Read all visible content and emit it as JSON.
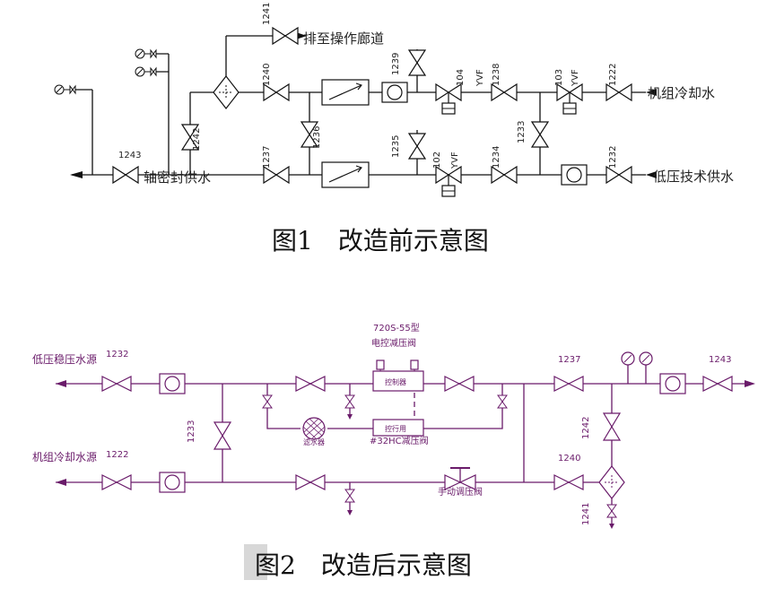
{
  "fig1": {
    "caption": "图1　改造前示意图",
    "labels": {
      "drain": "排至操作廊道",
      "unit_cooling": "机组冷却水",
      "shaft_seal": "轴密封供水",
      "low_pressure": "低压技术供水"
    },
    "valves": [
      "1241",
      "1240",
      "1239",
      "104",
      "YVF",
      "1238",
      "103",
      "YVF",
      "1222",
      "1243",
      "1242",
      "1236",
      "1237",
      "1235",
      "102",
      "YVF",
      "1234",
      "1233",
      "1232"
    ]
  },
  "fig2": {
    "caption": "图2　改造后示意图",
    "labels": {
      "low_pressure_src": "低压稳压水源",
      "unit_cooling_src": "机组冷却水源",
      "model_a": "720S-55型",
      "model_a_desc": "电控减压阀",
      "ctrl_box": "控制器",
      "model_b_box": "控行用",
      "model_b": "#32HC减压阀",
      "manual": "手动调压阀",
      "filter": "滤水器"
    },
    "valves": [
      "1232",
      "1222",
      "1233",
      "1237",
      "1243",
      "1242",
      "1240",
      "1241"
    ]
  }
}
